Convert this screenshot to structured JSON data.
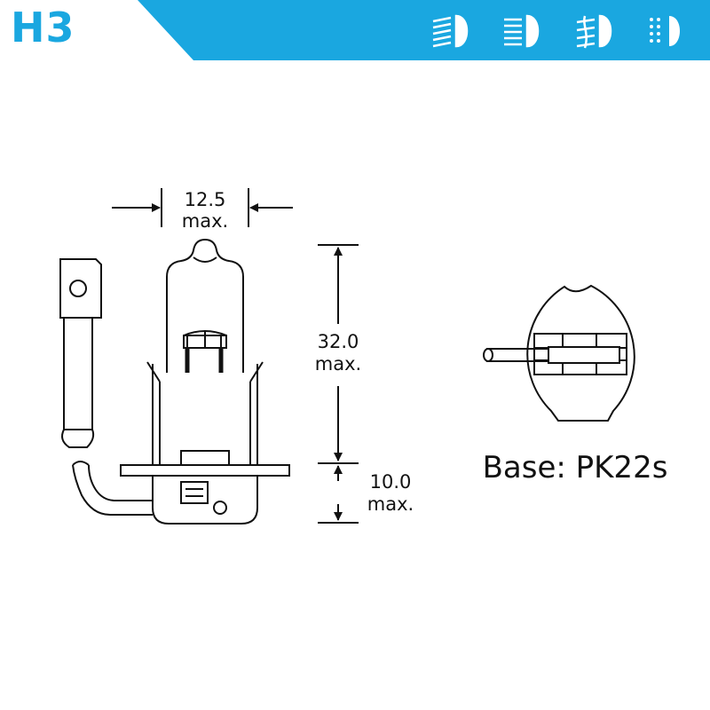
{
  "header": {
    "title": "H3",
    "accent_color": "#1aa7e0",
    "icons": [
      "low-beam-icon",
      "high-beam-icon",
      "fog-light-icon",
      "led-light-icon"
    ]
  },
  "dimensions": {
    "width": {
      "value": "12.5",
      "unit": "max."
    },
    "height": {
      "value": "32.0",
      "unit": "max."
    },
    "base_height": {
      "value": "10.0",
      "unit": "max."
    }
  },
  "base_label": "Base: PK22s"
}
